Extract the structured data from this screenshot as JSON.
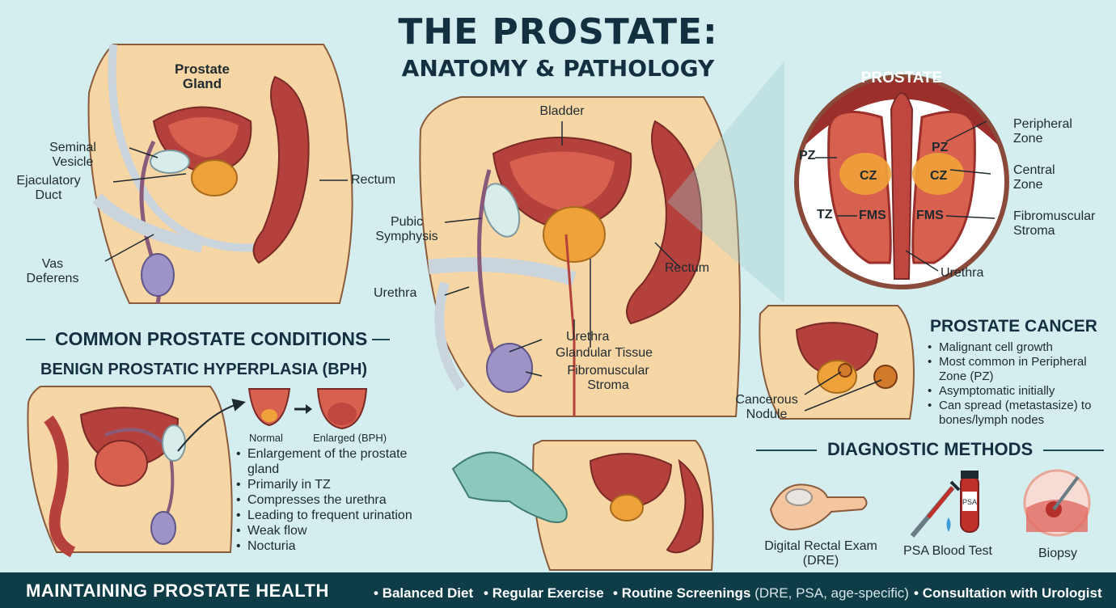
{
  "title": {
    "line1": "THE PROSTATE:",
    "line2": "ANATOMY & PATHOLOGY"
  },
  "anatomy_left": {
    "prostate_gland": "Prostate Gland",
    "seminal_vesicle": "Seminal Vesicle",
    "ejaculatory_duct": "Ejaculatory Duct",
    "rectum": "Rectum",
    "vas_deferens": "Vas Deferens"
  },
  "anatomy_center": {
    "bladder": "Bladder",
    "pubic_symphysis": "Pubic Symphysis",
    "rectum": "Rectum",
    "urethra_left": "Urethra",
    "urethra": "Urethra",
    "glandular_tissue": "Glandular Tissue",
    "fibromuscular_stroma": "Fibromuscular Stroma"
  },
  "zoom": {
    "header": "PROSTATE",
    "pz_left": "PZ",
    "pz_right": "PZ",
    "cz_left": "CZ",
    "cz_right": "CZ",
    "tz": "TZ",
    "fms_left": "FMS",
    "fms_right": "FMS",
    "peripheral_zone": "Peripheral Zone",
    "central_zone": "Central Zone",
    "fibromuscular_stroma": "Fibromuscular Stroma",
    "urethra": "Urethra"
  },
  "conditions": {
    "heading": "COMMON PROSTATE CONDITIONS",
    "bph_heading": "BENIGN PROSTATIC HYPERPLASIA (BPH)",
    "normal": "Normal",
    "enlarged": "Enlarged (BPH)",
    "bph_points": [
      "Enlargement of the prostate gland",
      "Primarily in TZ",
      "Compresses the urethra",
      "Leading to frequent urination",
      "Weak flow",
      "Nocturia"
    ]
  },
  "cancer": {
    "heading": "PROSTATE CANCER",
    "nodule": "Cancerous Nodule",
    "points": [
      "Malignant cell growth",
      "Most common in Peripheral Zone (PZ)",
      "Asymptomatic initially",
      "Can spread (metastasize) to bones/lymph nodes"
    ]
  },
  "diagnostic": {
    "heading": "DIAGNOSTIC METHODS",
    "dre": "Digital Rectal Exam (DRE)",
    "psa": "PSA Blood Test",
    "psa_tube": "PSA",
    "biopsy": "Biopsy"
  },
  "footer": {
    "heading": "MAINTAINING PROSTATE HEALTH",
    "items": [
      "Balanced Diet",
      "Regular Exercise",
      "Routine Screenings",
      "Consultation with Urologist"
    ],
    "screening_detail": "(DRE, PSA, age-specific)"
  },
  "colors": {
    "background": "#d4eef0",
    "skin": "#f7d6a6",
    "tissue": "#b5413c",
    "prostate": "#f0a23a",
    "bone": "#c9d4dc",
    "footer": "#0e3c47"
  }
}
